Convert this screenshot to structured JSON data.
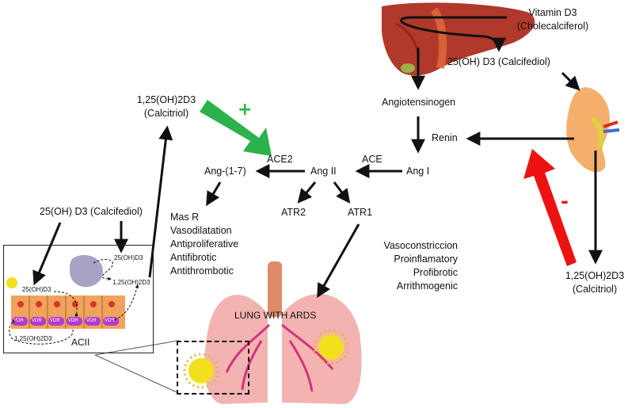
{
  "colors": {
    "arrow": "#111111",
    "stimulate": "#2bb24c",
    "inhibit": "#ee1111",
    "liver": "#b0392b",
    "lung": "#f3b3b0",
    "lung_vessel": "#d1337f",
    "kidney": "#f4b06b",
    "virus": "#f1e01c",
    "cell": "#f0a35c",
    "vdr": "#b03ad0"
  },
  "labels": {
    "vitamin_d3": "Vitamin D3",
    "cholecalciferol": "(Cholecalciferol)",
    "calcifediol_top": "25(OH) D3 (Calcifediol)",
    "angiotensinogen": "Angiotensinogen",
    "renin": "Renin",
    "calcitriol_top": "1,25(OH)2D3",
    "calcitriol_top_sub": "(Calcitriol)",
    "ace2": "ACE2",
    "ace": "ACE",
    "ang17": "Ang-(1-7)",
    "ang2": "Ang II",
    "ang1": "Ang I",
    "atr2": "ATR2",
    "atr1": "ATR1",
    "mas_r": "Mas R",
    "mas_effects": [
      "Vasodilatation",
      "Antiproliferative",
      "Antifibrotic",
      "Antithrombotic"
    ],
    "atr1_effects": [
      "Vasoconstriccion",
      "Proinflamatory",
      "Profibrotic",
      "Arrithmogenic"
    ],
    "calcifediol_left": "25(OH) D3 (Calcifediol)",
    "calcitriol_kidney": "1,25(OH)2D3",
    "calcitriol_kidney_sub": "(Calcitriol)",
    "lung": "LUNG WITH ARDS",
    "plus": "+",
    "minus": "-"
  },
  "inset": {
    "label": "ACII",
    "oh_d3_macrophage": "25(OH)D3",
    "oh_d3_cells": "25(OH)D3",
    "calcitriol_right": "1,25(OH)2D3",
    "calcitriol_bottom": "1,25(OH)2D3",
    "vdr": [
      "VDR",
      "VDR",
      "VDR",
      "VDR",
      "VDR",
      "VDR"
    ]
  },
  "icons": [
    "liver-icon",
    "kidney-icon",
    "lungs-icon",
    "virus-icon",
    "macrophage-icon",
    "alveolar-cells-icon"
  ]
}
